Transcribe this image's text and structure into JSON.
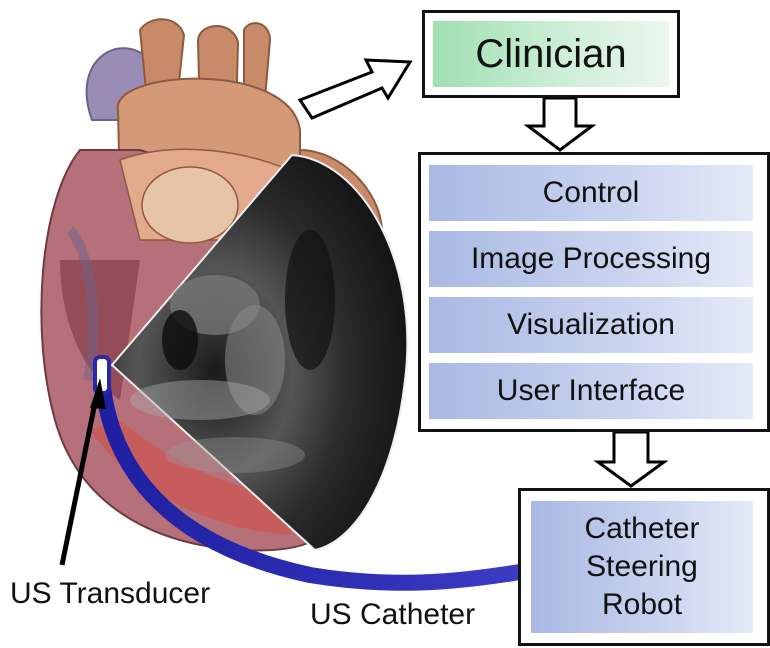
{
  "clinician": {
    "label": "Clinician"
  },
  "software_modules": [
    {
      "label": "Control"
    },
    {
      "label": "Image Processing"
    },
    {
      "label": "Visualization"
    },
    {
      "label": "User Interface"
    }
  ],
  "robot": {
    "lines": [
      "Catheter",
      "Steering",
      "Robot"
    ]
  },
  "labels": {
    "transducer": "US Transducer",
    "catheter": "US Catheter"
  },
  "colors": {
    "clinician_fill": "#9fe0b0",
    "module_fill": "#a9b9e3",
    "catheter": "#2a2aa8",
    "heart_muscle": "#c98a6a",
    "vessel_purple": "#9a8cb4"
  }
}
